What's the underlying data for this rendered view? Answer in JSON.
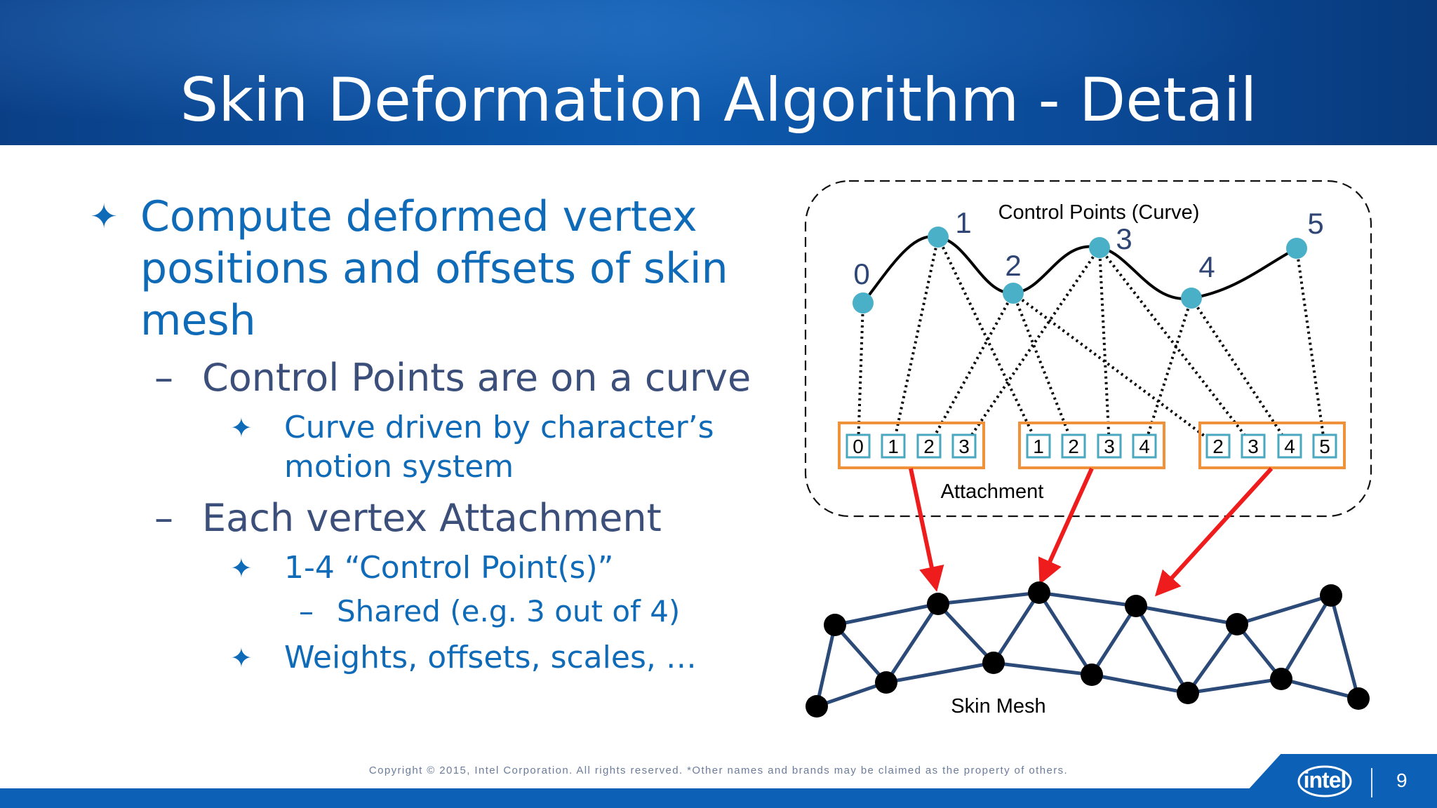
{
  "slide": {
    "title": "Skin Deformation Algorithm - Detail",
    "page_number": "9",
    "copyright": "Copyright ©  2015, Intel Corporation. All rights reserved. *Other names and brands may be claimed as the property of others.",
    "logo_text": "intel",
    "colors": {
      "header": "#0d5aae",
      "bullet_blue": "#0f6bb7",
      "sub_gray_blue": "#3b4f7a",
      "accent_orange": "#f0923c",
      "node_teal": "#4ab0c8",
      "arrow_red": "#ee1c1c",
      "mesh_navy": "#2b4a78"
    }
  },
  "bullets": {
    "b1": {
      "marker": "✦",
      "text": "Compute deformed vertex positions and offsets of skin mesh"
    },
    "b2": {
      "marker": "–",
      "text": "Control Points are on a curve"
    },
    "b3": {
      "marker": "✦",
      "text": "Curve driven by character’s motion system"
    },
    "b4": {
      "marker": "–",
      "text": "Each vertex Attachment"
    },
    "b5": {
      "marker": "✦",
      "text": "1-4 “Control Point(s)”"
    },
    "b6": {
      "marker": "–",
      "text": "Shared (e.g. 3 out of 4)"
    },
    "b7": {
      "marker": "✦",
      "text": "Weights, offsets, scales, …"
    }
  },
  "diagram": {
    "curve_label": "Control Points (Curve)",
    "attachment_label": "Attachment",
    "mesh_label": "Skin Mesh",
    "control_points": [
      "0",
      "1",
      "2",
      "3",
      "4",
      "5"
    ],
    "attachments": [
      {
        "indices": [
          "0",
          "1",
          "2",
          "3"
        ]
      },
      {
        "indices": [
          "1",
          "2",
          "3",
          "4"
        ]
      },
      {
        "indices": [
          "2",
          "3",
          "4",
          "5"
        ]
      }
    ]
  }
}
